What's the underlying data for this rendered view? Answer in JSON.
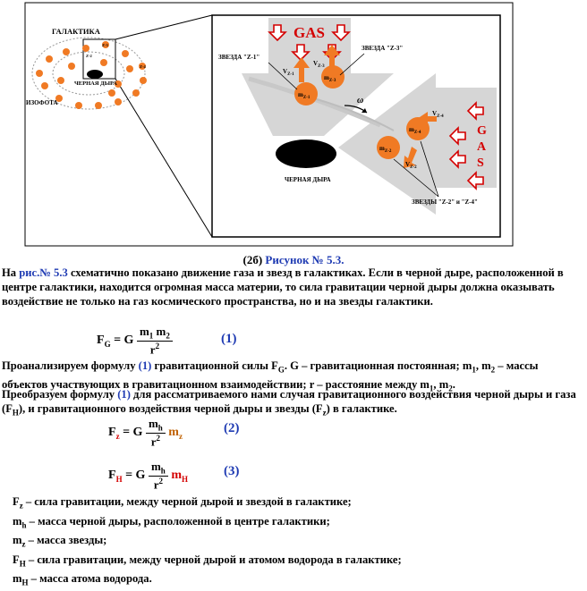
{
  "figure": {
    "galaxy_label": "ГАЛАКТИКА",
    "blackhole_small_label": "ЧЕРНАЯ ДЫРА",
    "isophote_label": "ИЗОФОТА",
    "small_star_labels": [
      "Z-3",
      "Z-4",
      "Z-2"
    ],
    "gas_top": "GAS",
    "gas_right": [
      "G",
      "A",
      "S"
    ],
    "star_z1_label": "ЗВЕЗДА \"Z-1\"",
    "star_z3_label": "ЗВЕЗДА \"Z-3\"",
    "stars_z2_z4_label": "ЗВЕЗДЫ \"Z-2\" и \"Z-4\"",
    "blackhole_big_label": "ЧЕРНАЯ ДЫРА",
    "omega": "ω",
    "v_z1": "V",
    "v_z1_sub": "Z-1",
    "v_z3": "V",
    "v_z3_sub": "Z-3",
    "v_z4": "V",
    "v_z4_sub": "Z-4",
    "v_z2": "V",
    "v_z2_sub": "Z-2",
    "m_z1": "m",
    "m_z1_sub": "Z-1",
    "m_z3": "m",
    "m_z3_sub": "Z-3",
    "m_z4": "m",
    "m_z4_sub": "Z-4",
    "m_z2": "m",
    "m_z2_sub": "Z-2",
    "colors": {
      "star": "#f07a24",
      "gas_arrow": "#d40000",
      "cone": "#d6d6d6",
      "text_blue": "#1f3bb3"
    }
  },
  "caption": {
    "prefix": "(2б) ",
    "title": "Рисунок № 5.3."
  },
  "para1": {
    "a": "На ",
    "link": "рис.№ 5.3",
    "b": " схематично показано движение газа и звезд в галактиках. Если в черной дыре, расположенной в центре галактики, находится огромная масса материи, то сила гравитации черной дыры должна оказывать воздействие не только на газ космического пространства, но и на звезды галактики."
  },
  "formula1": {
    "lhs": "F",
    "lhs_sub": "G",
    "eq": " = G ",
    "num": "m",
    "num_sub1": "1",
    "num_mid": " m",
    "num_sub2": "2",
    "den": "r",
    "den_sup": "2",
    "num_label": "(1)"
  },
  "para2": {
    "a": "Проанализируем формулу ",
    "f1": "(1)",
    "b": " гравитационной силы F",
    "b_sub": "G",
    "c": ". G – гравитационная постоянная; m",
    "c_sub1": "1",
    "d": ", m",
    "d_sub": "2",
    "e": " – массы объектов участвующих в гравитационном взаимодействии; r – расстояние между m",
    "e_sub": "1",
    "f": ", m",
    "f_sub": "2",
    "g": "."
  },
  "para3": {
    "a": "Преобразуем формулу ",
    "f1": "(1)",
    "b": " для рассматриваемого нами случая гравитационного воздействия черной дыры и газа (F",
    "b_sub": "H",
    "c": "), и гравитационного воздействия черной дыры и звезды (F",
    "c_sub": "z",
    "d": ") в галактике."
  },
  "formula2": {
    "lhs": "F",
    "lhs_sub": "z",
    "eq": " = G ",
    "num": "m",
    "num_sub": "h",
    "den": "r",
    "den_sup": "2",
    "tail": " m",
    "tail_sub": "z",
    "num_label": "(2)"
  },
  "formula3": {
    "lhs": "F",
    "lhs_sub": "H",
    "eq": " = G ",
    "num": "m",
    "num_sub": "h",
    "den": "r",
    "den_sup": "2",
    "tail": " m",
    "tail_sub": "H",
    "num_label": "(3)"
  },
  "defs": [
    {
      "sym": "F",
      "sub": "z",
      "text": "  – сила гравитации, между черной дырой и звездой в галактике;"
    },
    {
      "sym": "m",
      "sub": "h",
      "text": " – масса черной дыры, расположенной в центре галактики;"
    },
    {
      "sym": "m",
      "sub": "z",
      "text": " – масса звезды;"
    },
    {
      "sym": "F",
      "sub": "H",
      "text": " – сила гравитации, между черной дырой и атомом водорода в галактике;"
    },
    {
      "sym": "m",
      "sub": "H",
      "text": " – масса атома водорода."
    }
  ]
}
